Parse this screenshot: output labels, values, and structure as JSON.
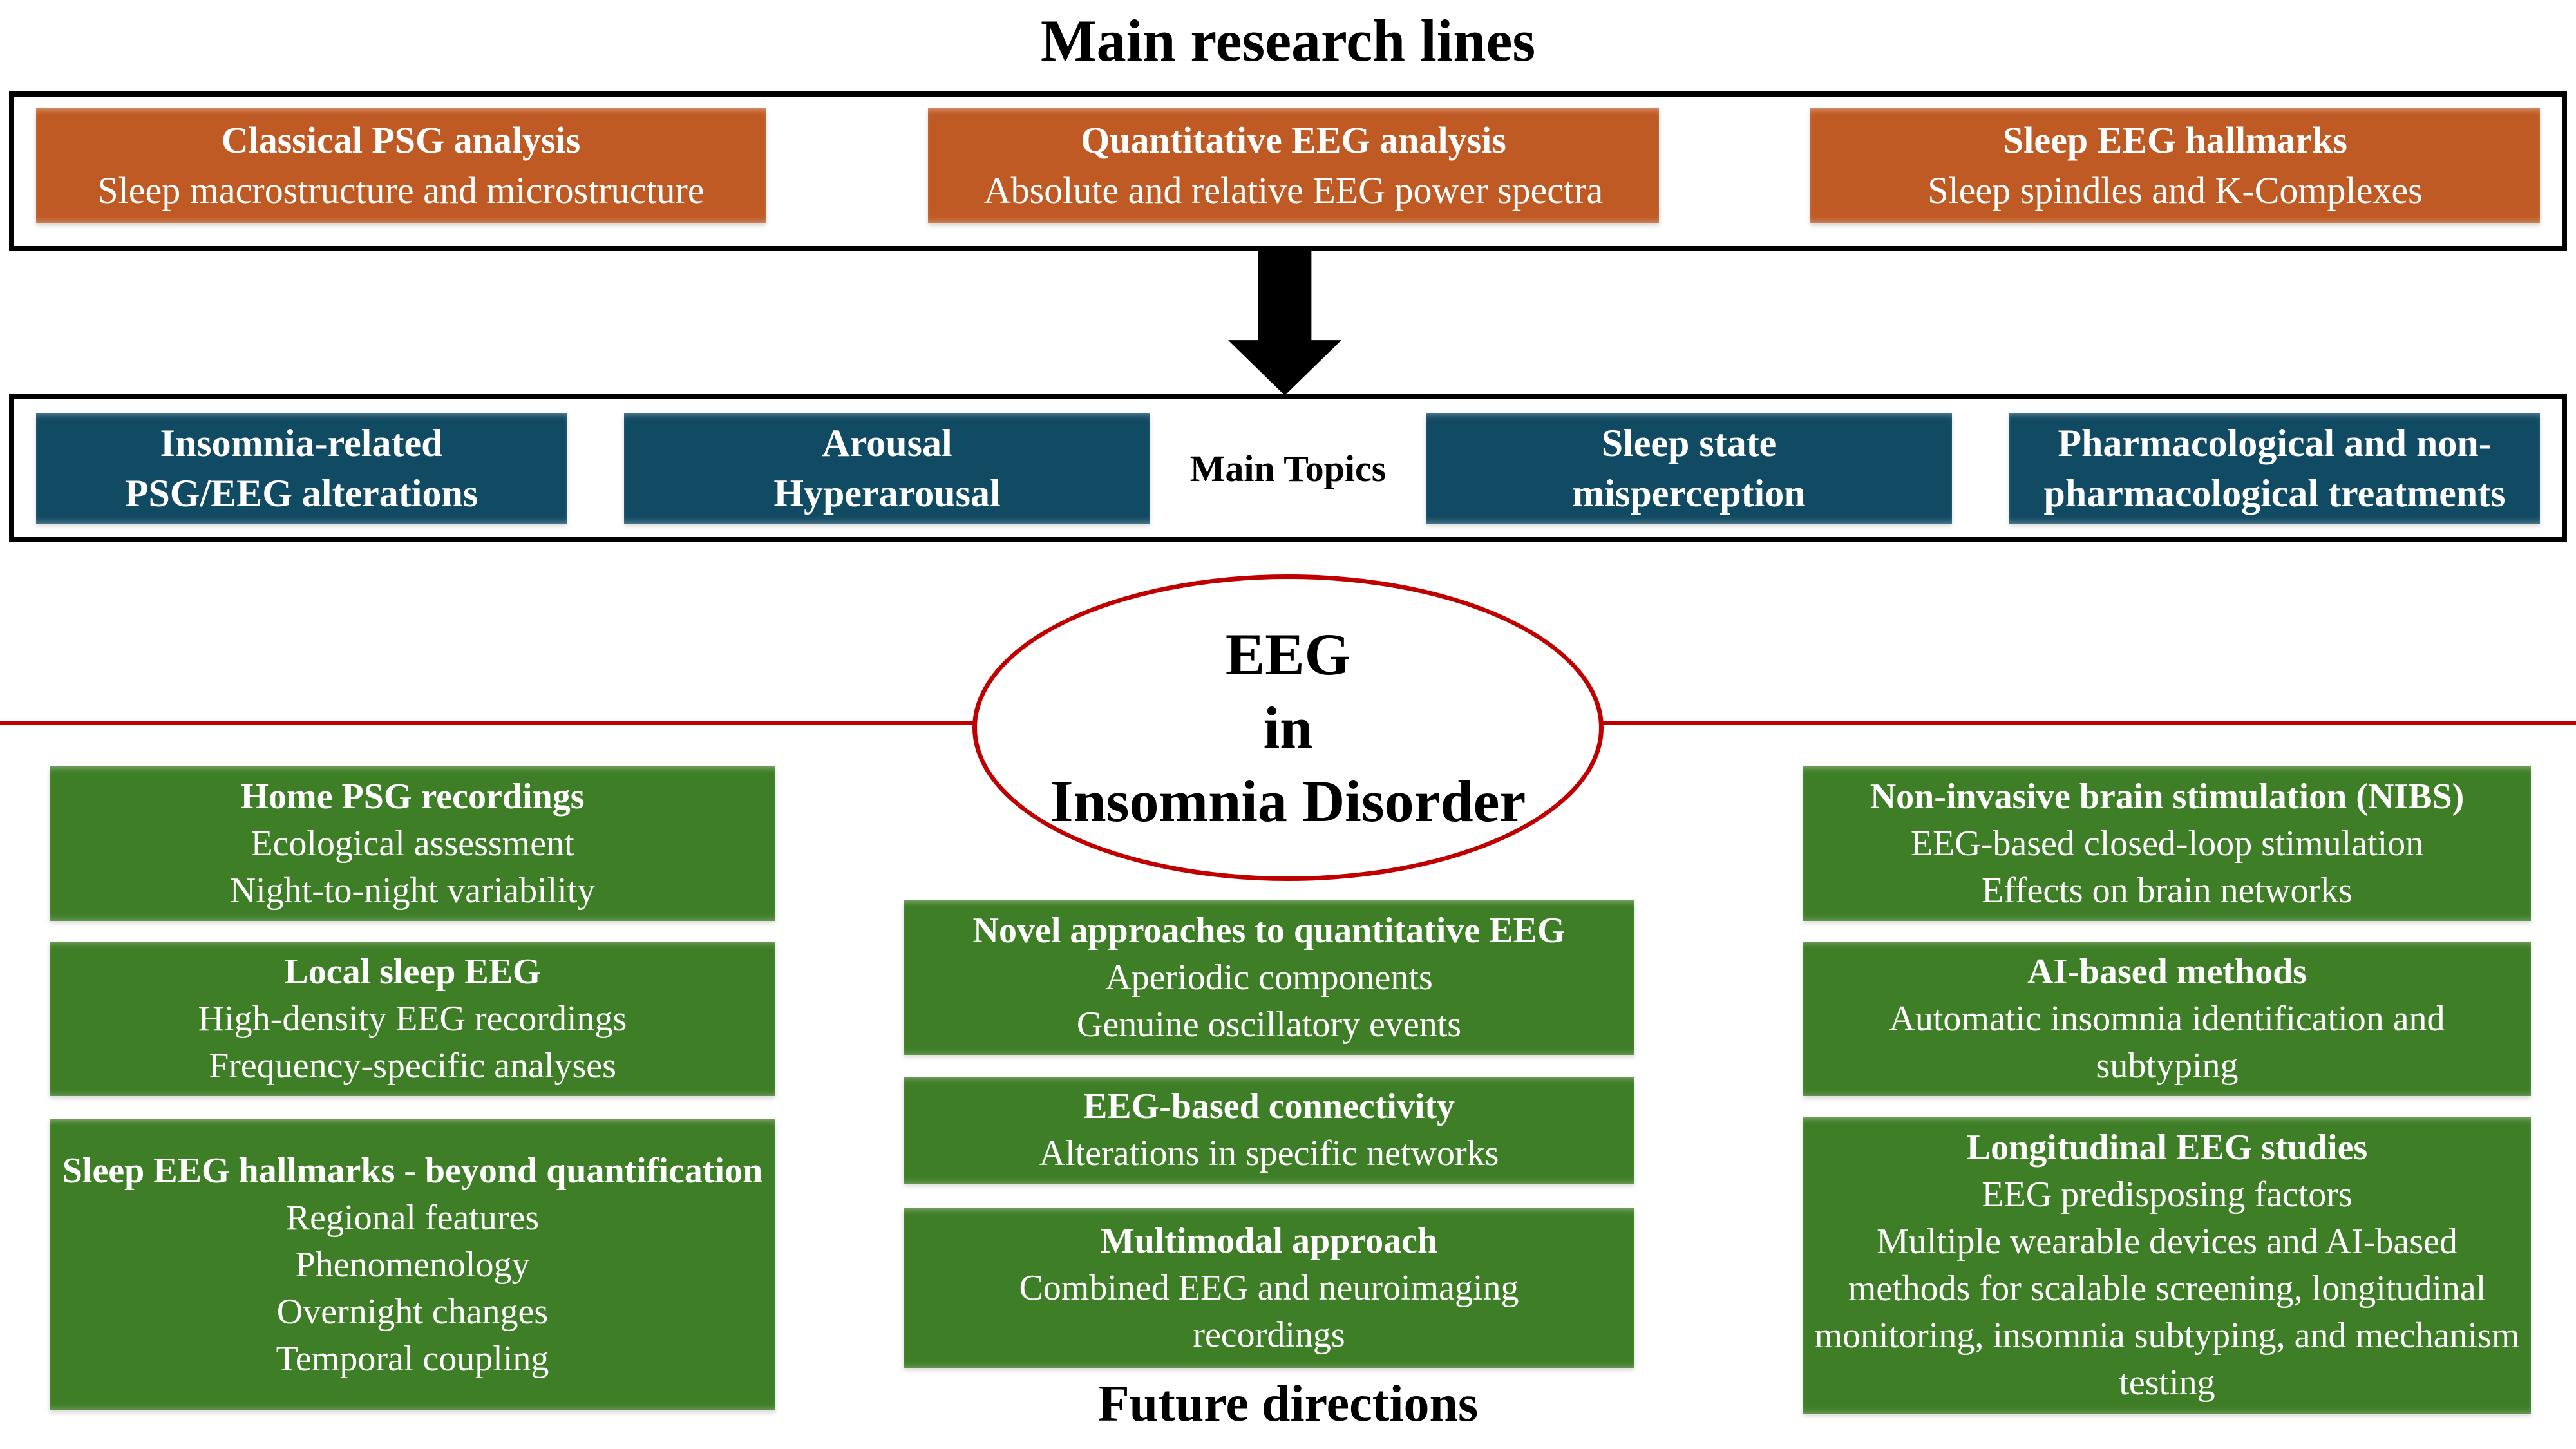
{
  "page_title": "Main research lines",
  "research_lines_section": {
    "boxes": [
      {
        "title": "Classical PSG analysis",
        "subtitle": "Sleep macrostructure and microstructure"
      },
      {
        "title": "Quantitative EEG analysis",
        "subtitle": "Absolute and relative EEG power spectra"
      },
      {
        "title": "Sleep EEG hallmarks",
        "subtitle": "Sleep spindles and K-Complexes"
      }
    ]
  },
  "main_topics_section": {
    "label": "Main Topics",
    "boxes": [
      {
        "line1": "Insomnia-related",
        "line2": "PSG/EEG alterations"
      },
      {
        "line1": "Arousal",
        "line2": "Hyperarousal"
      },
      {
        "line1": "Sleep state",
        "line2": "misperception"
      },
      {
        "line1": "Pharmacological and non-",
        "line2": "pharmacological treatments"
      }
    ]
  },
  "center_ellipse": {
    "line1": "EEG",
    "line2": "in",
    "line3": "Insomnia Disorder"
  },
  "future_section": {
    "label": "Future directions",
    "left_column": [
      {
        "title": "Home PSG recordings",
        "items": [
          "Ecological assessment",
          "Night-to-night variability"
        ]
      },
      {
        "title": "Local sleep EEG",
        "items": [
          "High-density EEG recordings",
          "Frequency-specific analyses"
        ]
      },
      {
        "title": "Sleep EEG hallmarks - beyond quantification",
        "items": [
          "Regional features",
          "Phenomenology",
          "Overnight changes",
          "Temporal coupling"
        ]
      }
    ],
    "middle_column": [
      {
        "title": "Novel approaches to quantitative EEG",
        "items": [
          "Aperiodic components",
          "Genuine oscillatory events"
        ]
      },
      {
        "title": "EEG-based connectivity",
        "items": [
          "Alterations in specific networks"
        ]
      },
      {
        "title": "Multimodal approach",
        "items": [
          "Combined EEG and neuroimaging recordings"
        ]
      }
    ],
    "right_column": [
      {
        "title": "Non-invasive brain stimulation (NIBS)",
        "items": [
          "EEG-based closed-loop stimulation",
          "Effects on brain networks"
        ]
      },
      {
        "title": "AI-based methods",
        "items": [
          "Automatic insomnia identification and subtyping"
        ]
      },
      {
        "title": "Longitudinal EEG studies",
        "items": [
          "EEG predisposing factors",
          "Multiple wearable devices and AI-based methods for scalable screening, longitudinal monitoring, insomnia subtyping, and mechanism testing"
        ]
      }
    ]
  },
  "colors": {
    "orange": "#BF5A24",
    "blue": "#114A63",
    "green": "#3E7E26",
    "red": "#C00000",
    "black": "#000000"
  }
}
